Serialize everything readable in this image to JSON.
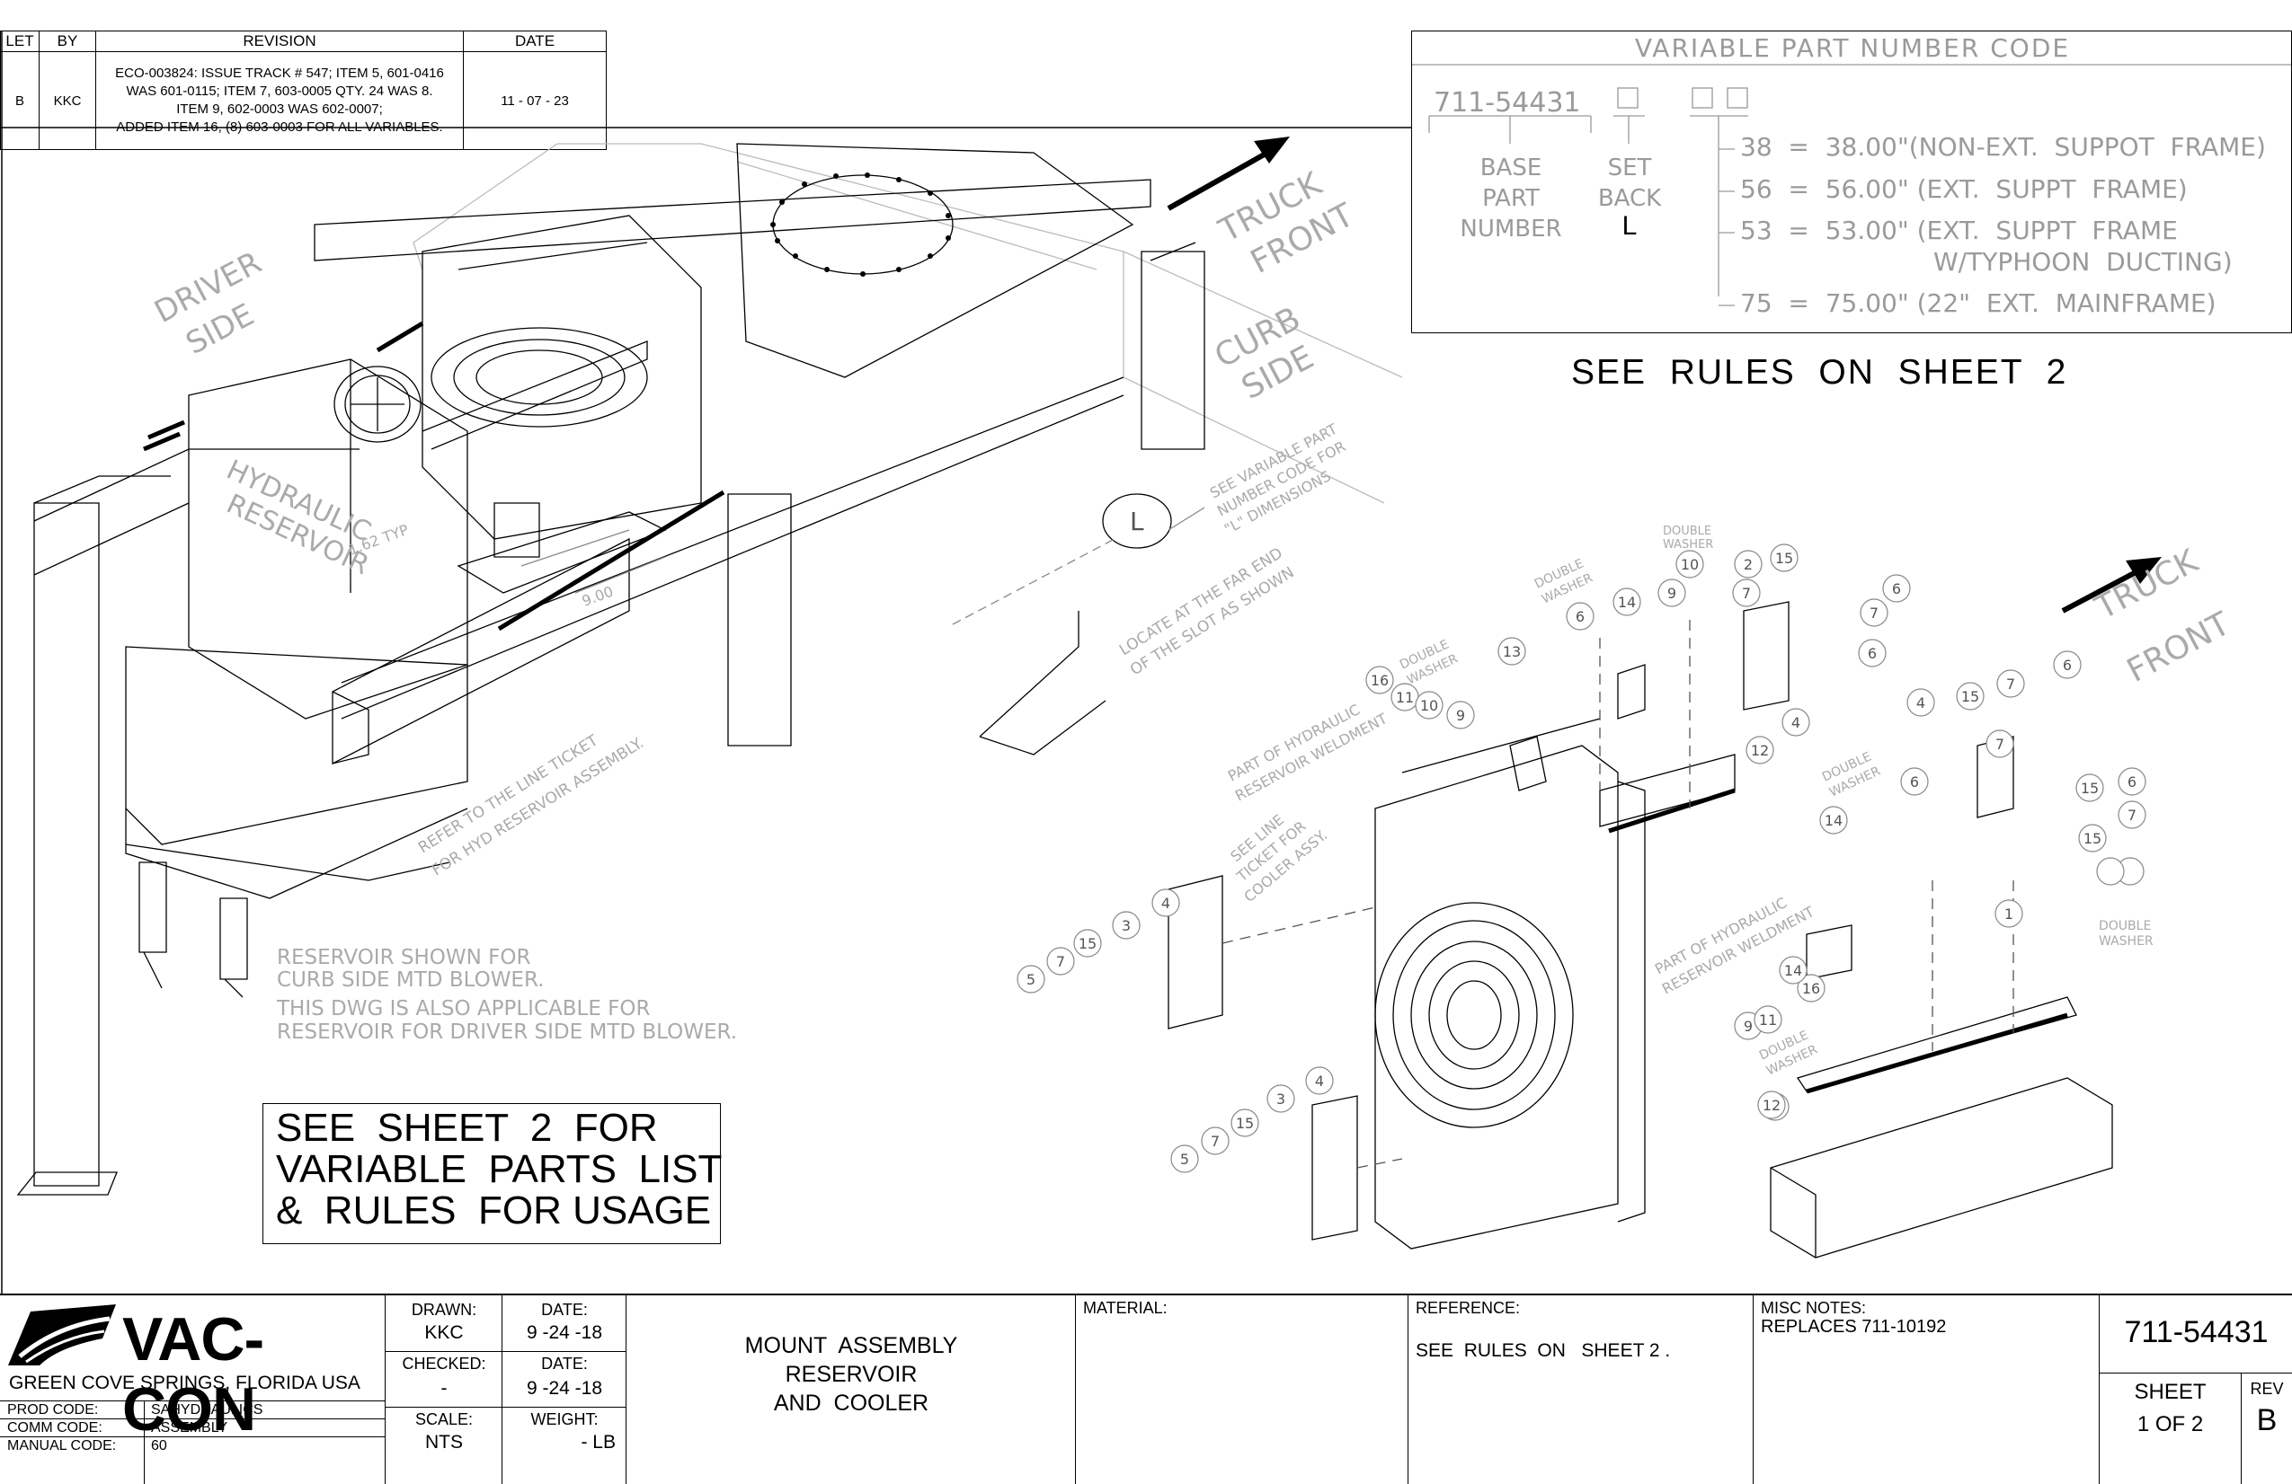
{
  "revision": {
    "headers": [
      "LET",
      "BY",
      "REVISION",
      "DATE"
    ],
    "row": {
      "let": "B",
      "by": "KKC",
      "lines": [
        "ECO-003824:  ISSUE  TRACK # 547;  ITEM  5,  601-0416",
        "WAS  601-0115;  ITEM  7,  603-0005  QTY.  24  WAS  8.",
        "ITEM  9,  602-0003  WAS  602-0007;",
        "ADDED  ITEM  16,  (8) 603-0003  FOR  ALL  VARIABLES."
      ],
      "date": "11 - 07 - 23"
    }
  },
  "variable_code": {
    "title": "VARIABLE  PART  NUMBER  CODE",
    "base_number": "711-54431",
    "labels": {
      "base": [
        "BASE",
        "PART",
        "NUMBER"
      ],
      "set": [
        "SET",
        "BACK"
      ],
      "set_value": "L"
    },
    "options": [
      "38  =  38.00\"(NON-EXT.  SUPPOT  FRAME)",
      "56  =  56.00\" (EXT.  SUPPT  FRAME)",
      "53  =  53.00\" (EXT.  SUPPT  FRAME",
      "W/TYPHOON  DUCTING)",
      "75  =  75.00\" (22\"  EXT.  MAINFRAME)"
    ]
  },
  "see_rules": "SEE  RULES  ON  SHEET  2",
  "callout_box": [
    "SEE  SHEET  2  FOR",
    "VARIABLE  PARTS  LIST",
    "&  RULES  FOR USAGE"
  ],
  "drawing_notes": {
    "driver_side": [
      "DRIVER",
      "SIDE"
    ],
    "truck_front": [
      "TRUCK",
      "FRONT"
    ],
    "curb_side": [
      "CURB",
      "SIDE"
    ],
    "hydraulic_reservoir": [
      "HYDRAULIC",
      "RESERVOIR"
    ],
    "dim_162": "1.62  TYP",
    "dim_900": "9.00",
    "variable_part_note": [
      "SEE VARIABLE PART",
      "NUMBER CODE FOR",
      "\"L\" DIMENSIONS"
    ],
    "l_callout": "L",
    "locate_note": [
      "LOCATE AT THE FAR END",
      "OF THE SLOT AS SHOWN"
    ],
    "refer_note": [
      "REFER TO THE LINE TICKET",
      "FOR HYD RESERVOIR ASSEMBLY."
    ],
    "reservoir_note": [
      "RESERVOIR  SHOWN  FOR",
      "CURB  SIDE  MTD  BLOWER.",
      "THIS  DWG  IS  ALSO  APPLICABLE  FOR",
      "RESERVOIR  FOR  DRIVER  SIDE  MTD  BLOWER."
    ],
    "double_washer": [
      "DOUBLE",
      "WASHER"
    ],
    "part_of_weldment": [
      "PART OF HYDRAULIC",
      "RESERVOIR WELDMENT"
    ],
    "see_line_ticket": [
      "SEE  LINE",
      "TICKET  FOR",
      "COOLER  ASSY."
    ]
  },
  "balloons": [
    "1",
    "2",
    "3",
    "4",
    "5",
    "6",
    "7",
    "9",
    "10",
    "11",
    "12",
    "13",
    "14",
    "15",
    "16"
  ],
  "title_block": {
    "company": "VAC-CON",
    "location": "GREEN COVE SPRINGS, FLORIDA USA",
    "prod_code_label": "PROD CODE:",
    "prod_code": "SAHYDRAULICS",
    "comm_code_label": "COMM CODE:",
    "comm_code": "ASSEMBLY",
    "manual_code_label": "MANUAL CODE:",
    "manual_code": "60",
    "drawn_label": "DRAWN:",
    "drawn": "KKC",
    "date_label": "DATE:",
    "drawn_date": "9 -24 -18",
    "checked_label": "CHECKED:",
    "checked": "-",
    "checked_date": "9 -24 -18",
    "scale_label": "SCALE:",
    "scale": "NTS",
    "weight_label": "WEIGHT:",
    "weight": "- LB",
    "title": [
      "MOUNT  ASSEMBLY",
      "RESERVOIR",
      "AND  COOLER"
    ],
    "material_label": "MATERIAL:",
    "material": "",
    "reference_label": "REFERENCE:",
    "reference": "SEE  RULES  ON   SHEET 2 .",
    "misc_label": "MISC NOTES:",
    "misc": "REPLACES 711-10192",
    "part_number": "711-54431",
    "sheet_label": "SHEET",
    "sheet": "1 OF 2",
    "rev_label": "REV",
    "rev": "B"
  }
}
